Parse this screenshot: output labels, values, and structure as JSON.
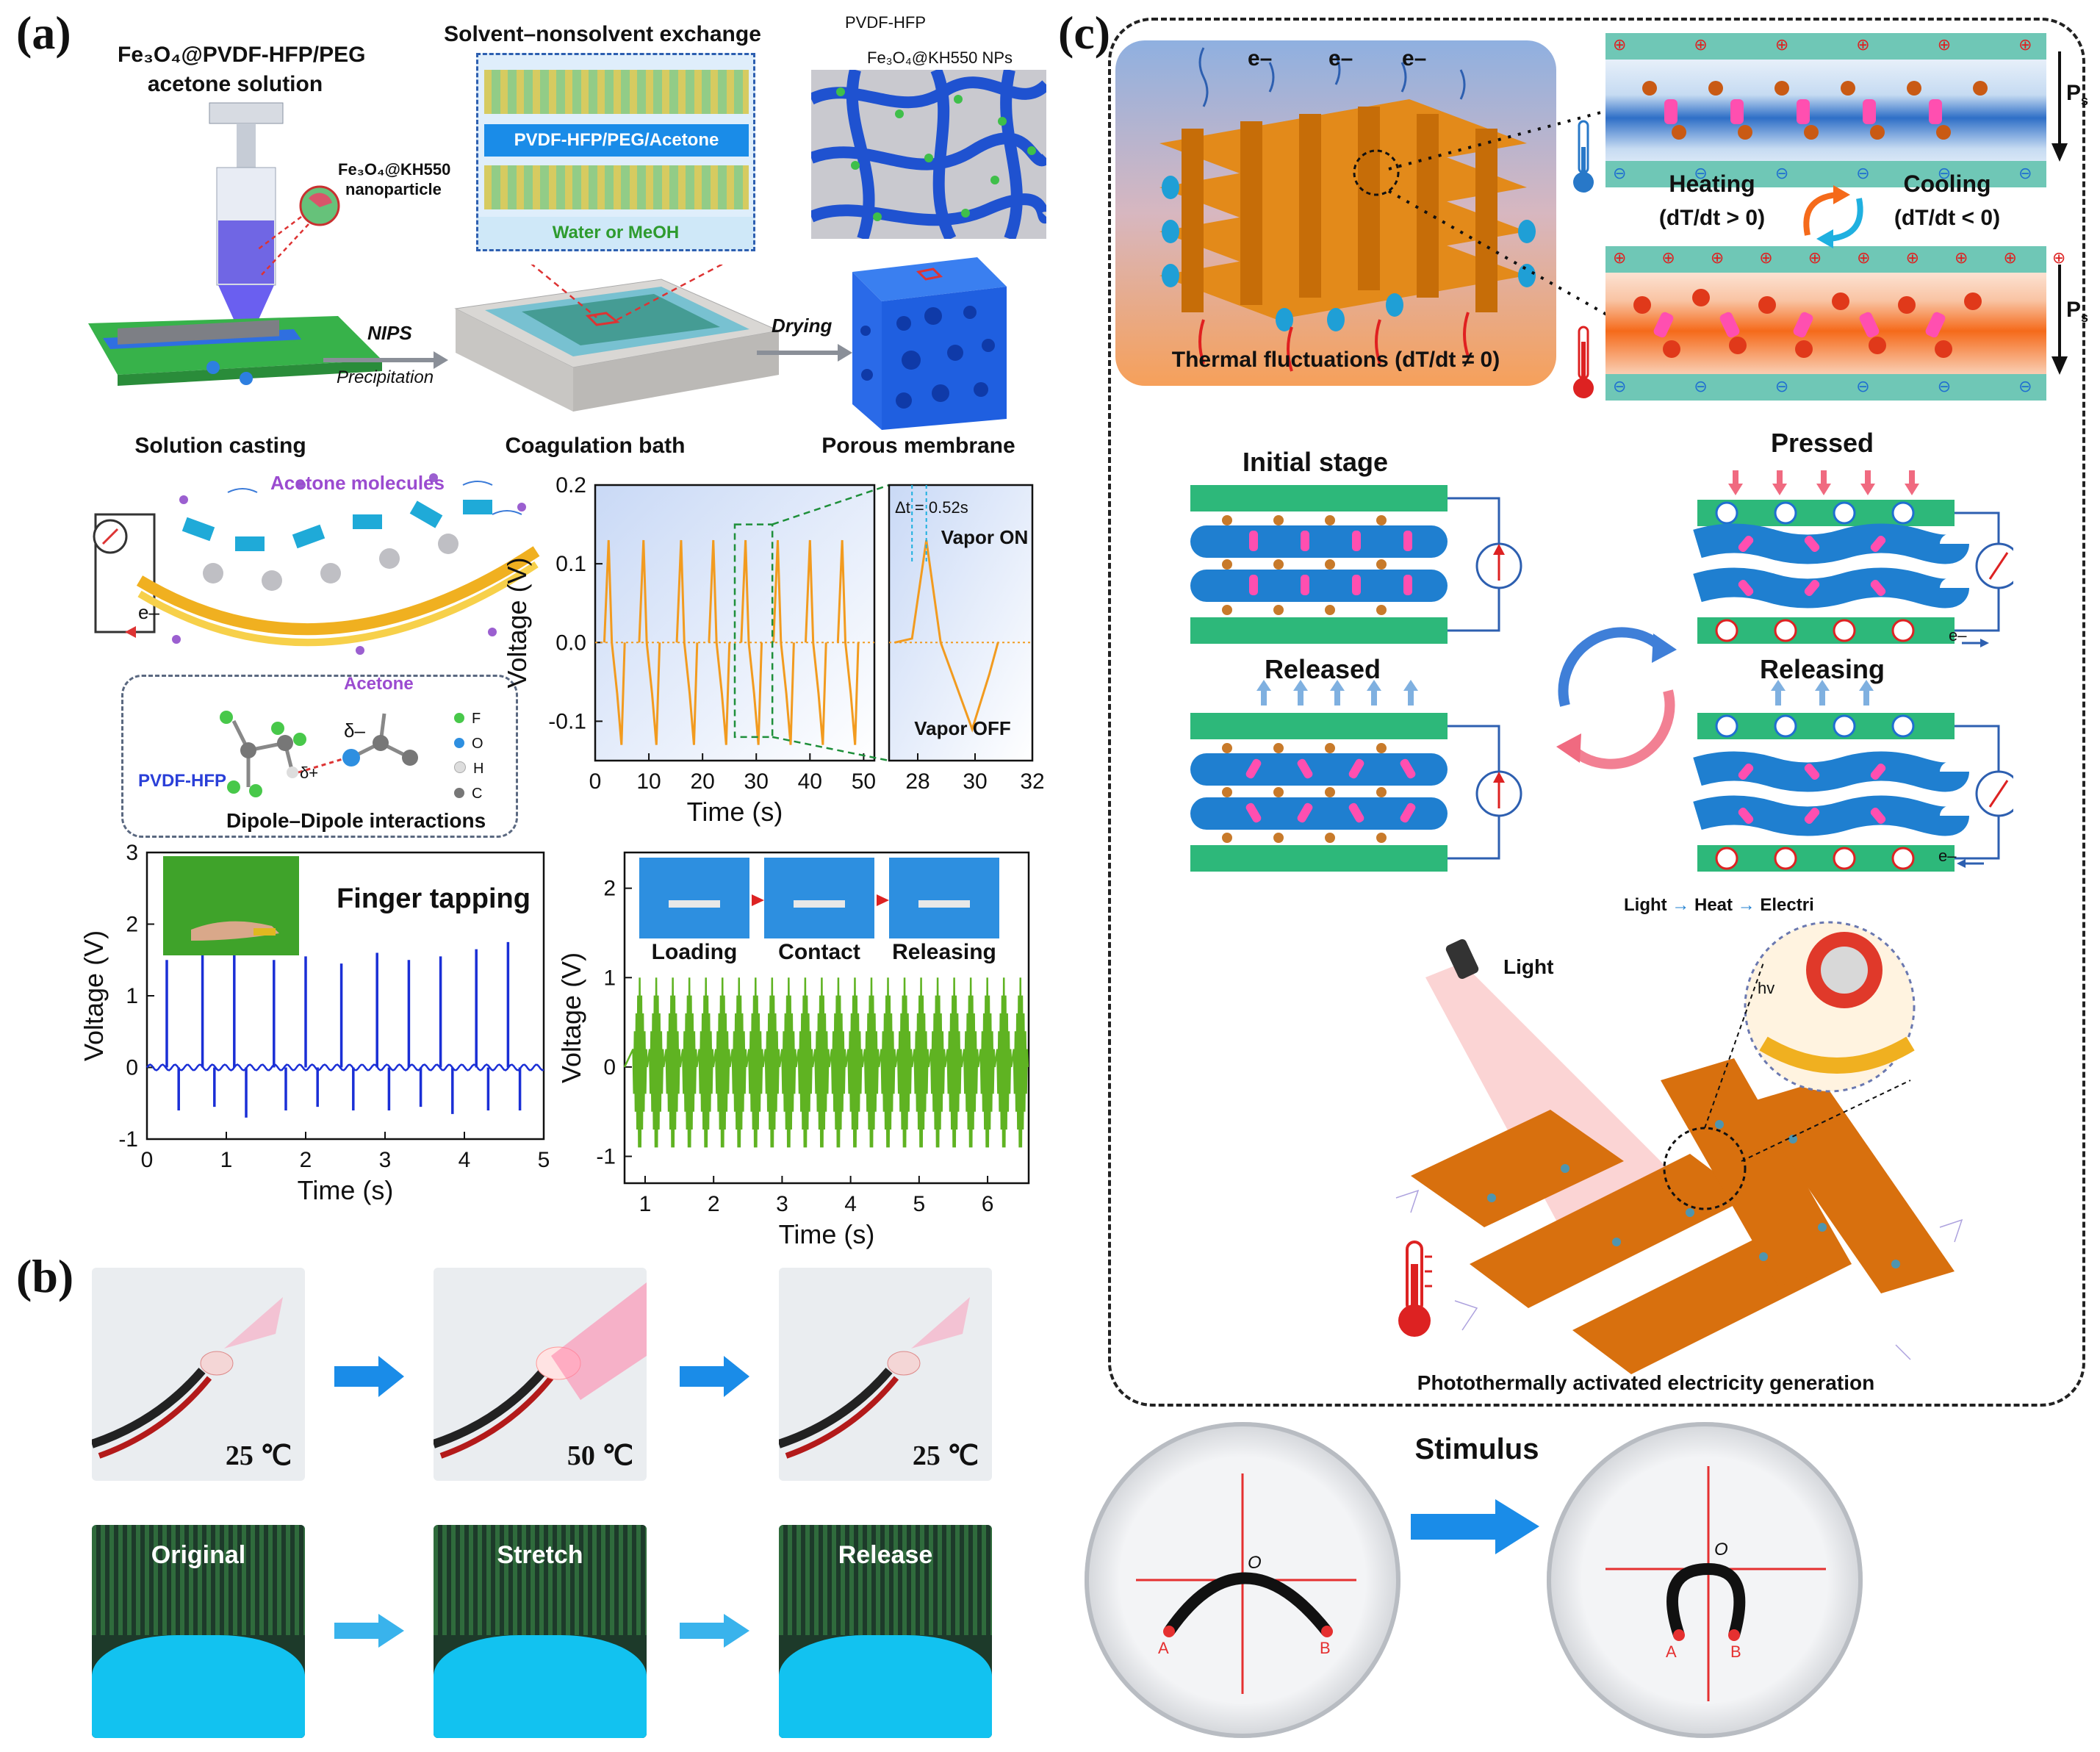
{
  "panels": {
    "a": {
      "letter": "(a)",
      "schematic": {
        "solution_title_1": "Fe₃O₄@PVDF-HFP/PEG",
        "solution_title_2": "acetone solution",
        "nanoparticle_label_1": "Fe₃O₄@KH550",
        "nanoparticle_label_2": "nanoparticle",
        "exchange_title": "Solvent–nonsolvent exchange",
        "solution_layer": "PVDF-HFP/PEG/Acetone",
        "nonsolvent_layer": "Water or MeOH",
        "membrane_label_1": "PVDF-HFP",
        "membrane_label_2": "Fe₃O₄@KH550 NPs",
        "nips": "NIPS",
        "precipitation": "Precipitation",
        "drying": "Drying",
        "step1": "Solution casting",
        "step2": "Coagulation bath",
        "step3": "Porous membrane"
      },
      "mechanism": {
        "acetone_molecules": "Acetone molecules",
        "electron": "e–",
        "acetone": "Acetone",
        "pvdf": "PVDF-HFP",
        "delta_minus": "δ–",
        "delta_plus": "δ+",
        "interactions": "Dipole–Dipole interactions",
        "legend": [
          "F",
          "O",
          "H",
          "C"
        ]
      },
      "vapor_chart": {
        "ylabel": "Voltage (V)",
        "xlabel": "Time (s)",
        "delta_t": "Δt = 0.52s",
        "vapor_on": "Vapor ON",
        "vapor_off": "Vapor OFF"
      },
      "tap_chart": {
        "label": "Finger tapping",
        "ylabel": "Voltage (V)",
        "xlabel": "Time (s)"
      },
      "press_chart": {
        "ylabel": "Voltage (V)",
        "xlabel": "Time (s)",
        "photos": [
          "Loading",
          "Contact",
          "Releasing"
        ]
      }
    },
    "b": {
      "letter": "(b)",
      "temps": [
        "25 ℃",
        "50 ℃",
        "25 ℃"
      ],
      "stretch": [
        "Original",
        "Stretch",
        "Release"
      ]
    },
    "c": {
      "letter": "(c)",
      "thermal": {
        "fluct": "Thermal fluctuations  (dT/dt ≠ 0)",
        "heating": "Heating",
        "heating_cond": "(dT/dt > 0)",
        "cooling": "Cooling",
        "cooling_cond": "(dT/dt < 0)",
        "ps": "P",
        "ps_sub": "s",
        "electron": "e–"
      },
      "piezo": {
        "initial": "Initial stage",
        "pressed": "Pressed",
        "released": "Released",
        "releasing": "Releasing",
        "electron": "e–"
      },
      "photo": {
        "chain": [
          "Light",
          "Heat",
          "Electri"
        ],
        "light": "Light",
        "hv": "hv",
        "caption": "Photothermally activated electricity generation"
      },
      "dish": {
        "stimulus": "Stimulus",
        "o": "O",
        "a": "A",
        "b": "B"
      }
    }
  },
  "chart_data": [
    {
      "type": "line",
      "xlabel": "Time (s)",
      "ylabel": "Voltage (V)",
      "xlim": [
        0,
        52
      ],
      "ylim": [
        -0.15,
        0.2
      ],
      "xticks": [
        0,
        10,
        20,
        30,
        40,
        50
      ],
      "yticks": [
        -0.1,
        0.0,
        0.1,
        0.2
      ],
      "color": "#f29b1f",
      "peaks_x": [
        2.5,
        9,
        16,
        22,
        28,
        34,
        40,
        46
      ],
      "peak_max": 0.13,
      "peak_min": -0.13
    },
    {
      "type": "line",
      "xlabel": "",
      "ylabel": "",
      "xlim": [
        27,
        32
      ],
      "xticks": [
        28,
        30,
        32
      ],
      "color": "#f29b1f",
      "annotations": [
        "Δt = 0.52s",
        "Vapor ON",
        "Vapor OFF"
      ],
      "peak_max": 0.13,
      "peak_min": -0.11
    },
    {
      "type": "line",
      "xlabel": "Time (s)",
      "ylabel": "Voltage (V)",
      "xlim": [
        0,
        5
      ],
      "ylim": [
        -1,
        3
      ],
      "xticks": [
        0,
        1,
        2,
        3,
        4,
        5
      ],
      "yticks": [
        -1,
        0,
        1,
        2,
        3
      ],
      "color": "#1a2fd6",
      "peaks_x": [
        0.25,
        0.7,
        1.1,
        1.6,
        2.0,
        2.45,
        2.9,
        3.3,
        3.7,
        4.15,
        4.55
      ],
      "peaks_y": [
        1.5,
        1.6,
        1.85,
        1.5,
        1.55,
        1.45,
        1.6,
        1.5,
        1.55,
        1.65,
        1.75
      ],
      "neg_y": [
        -0.6,
        -0.55,
        -0.7,
        -0.6,
        -0.55,
        -0.6,
        -0.6,
        -0.55,
        -0.65,
        -0.6,
        -0.6
      ],
      "label": "Finger tapping"
    },
    {
      "type": "line",
      "xlabel": "Time (s)",
      "ylabel": "Voltage (V)",
      "xlim": [
        0.7,
        6.6
      ],
      "ylim": [
        -1.3,
        2.4
      ],
      "xticks": [
        1,
        2,
        3,
        4,
        5,
        6
      ],
      "yticks": [
        -1,
        0,
        1,
        2
      ],
      "color": "#5fb322",
      "peak_max": 1.0,
      "peak_min": -1.0,
      "n_bursts": 24
    }
  ]
}
